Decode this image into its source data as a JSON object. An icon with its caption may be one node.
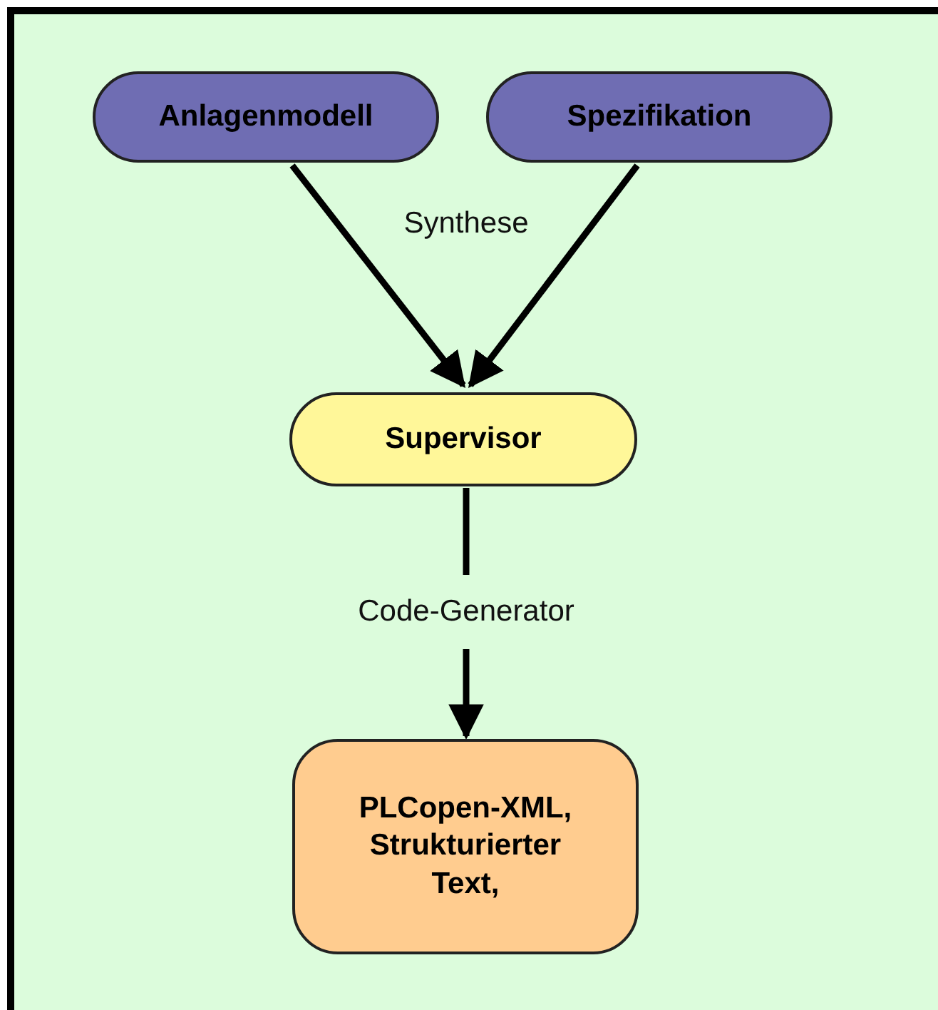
{
  "diagram": {
    "nodes": [
      {
        "text": [
          "Anlagenmodell"
        ]
      },
      {
        "text": [
          "Spezifikation"
        ]
      },
      {
        "text": [
          "Supervisor"
        ]
      },
      {
        "text": [
          "PLCopen-XML, Strukturierter Text,"
        ]
      }
    ],
    "edges": [
      {
        "from": 0,
        "to": 2,
        "arrow": "to"
      },
      {
        "from": 1,
        "to": 2,
        "arrow": "to"
      },
      {
        "from": 2,
        "to": 3,
        "arrow": "to",
        "label": "Code-Generator"
      }
    ],
    "labels": [
      "Synthese"
    ]
  }
}
